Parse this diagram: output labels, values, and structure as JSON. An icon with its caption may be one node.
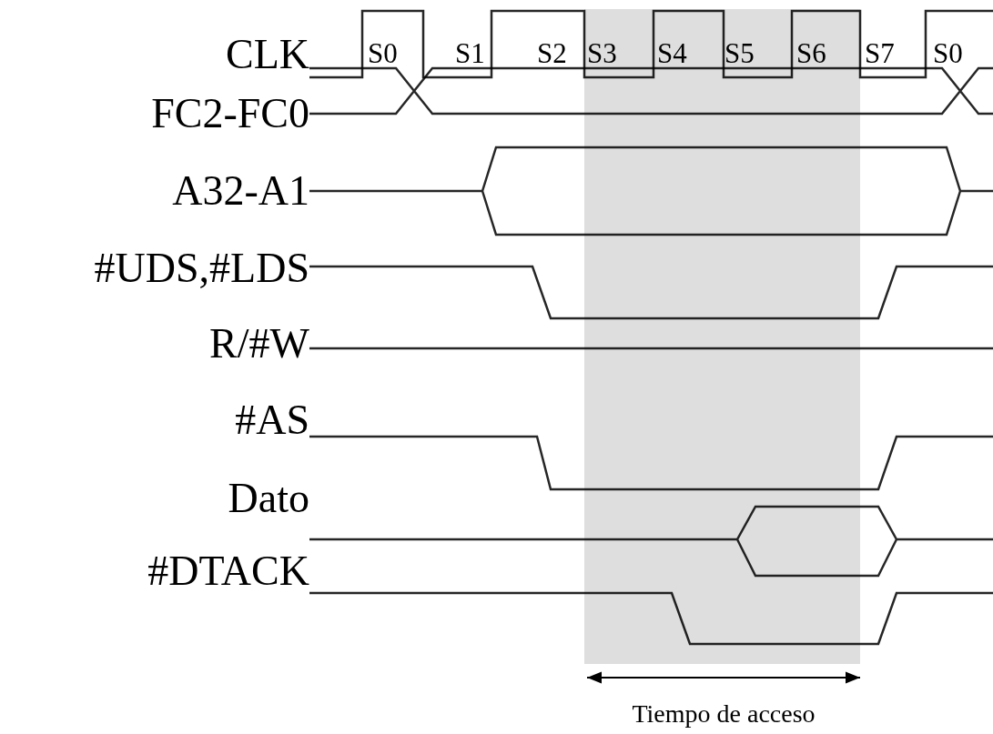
{
  "diagram": {
    "labels": [
      "CLK",
      "S0",
      "S1",
      "S2",
      "S3",
      "S4",
      "S5",
      "S6",
      "S7",
      "S0",
      "FC2-FC0",
      "A32-A1",
      "#UDS,#LDS",
      "R/#W",
      "#AS",
      "Dato",
      "#DTACK",
      "Tiempo de acceso"
    ]
  }
}
